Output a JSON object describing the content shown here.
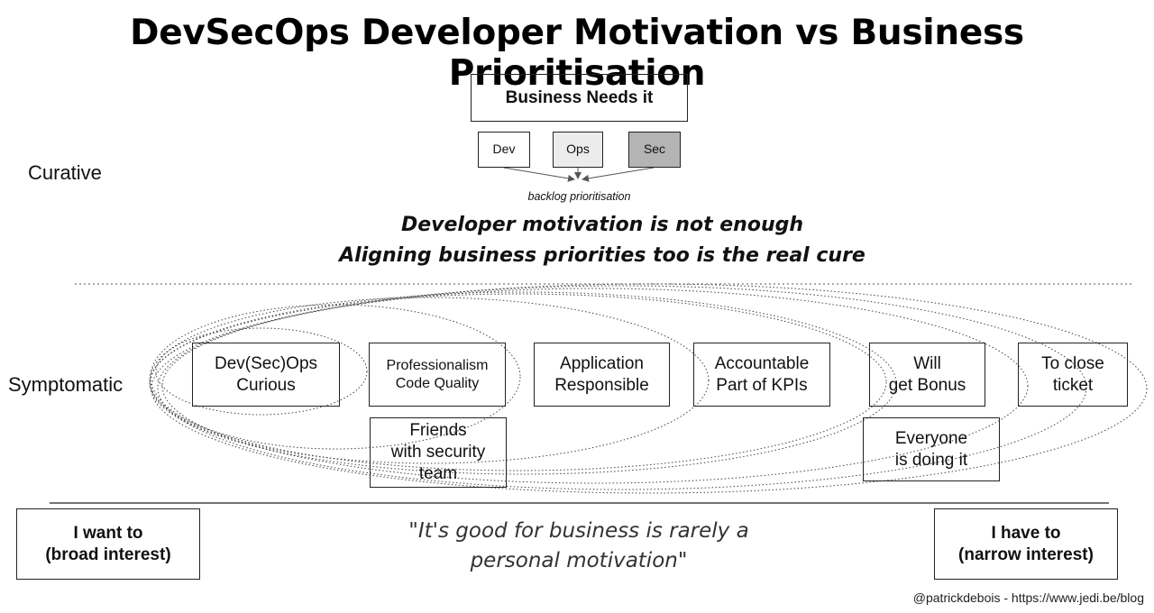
{
  "title": "DevSecOps Developer Motivation vs Business Prioritisation",
  "curative": {
    "label": "Curative",
    "business_box": "Business Needs it",
    "dev": "Dev",
    "ops": "Ops",
    "sec": "Sec",
    "backlog": "backlog prioritisation",
    "tagline_1": "Developer motivation is not enough",
    "tagline_2": "Aligning business priorities too is the real cure",
    "colors": {
      "ops": "#ececec",
      "sec": "#b4b4b4"
    }
  },
  "symptomatic": {
    "label": "Symptomatic",
    "motivations": {
      "curious": [
        "Dev(Sec)Ops",
        "Curious"
      ],
      "professionalism": [
        "Professionalism",
        "Code Quality"
      ],
      "friends": [
        "Friends",
        "with security",
        "team"
      ],
      "responsible": [
        "Application",
        "Responsible"
      ],
      "accountable": [
        "Accountable",
        "Part of KPIs"
      ],
      "bonus": [
        "Will",
        "get Bonus"
      ],
      "everyone": [
        "Everyone",
        "is doing it"
      ],
      "ticket": [
        "To close",
        "ticket"
      ]
    }
  },
  "spectrum": {
    "left": [
      "I want to",
      "(broad interest)"
    ],
    "right": [
      "I have to",
      "(narrow interest)"
    ],
    "quote_1": "\"It's good for business is rarely a",
    "quote_2": "personal motivation\""
  },
  "credit": "@patrickdebois  - https://www.jedi.be/blog"
}
